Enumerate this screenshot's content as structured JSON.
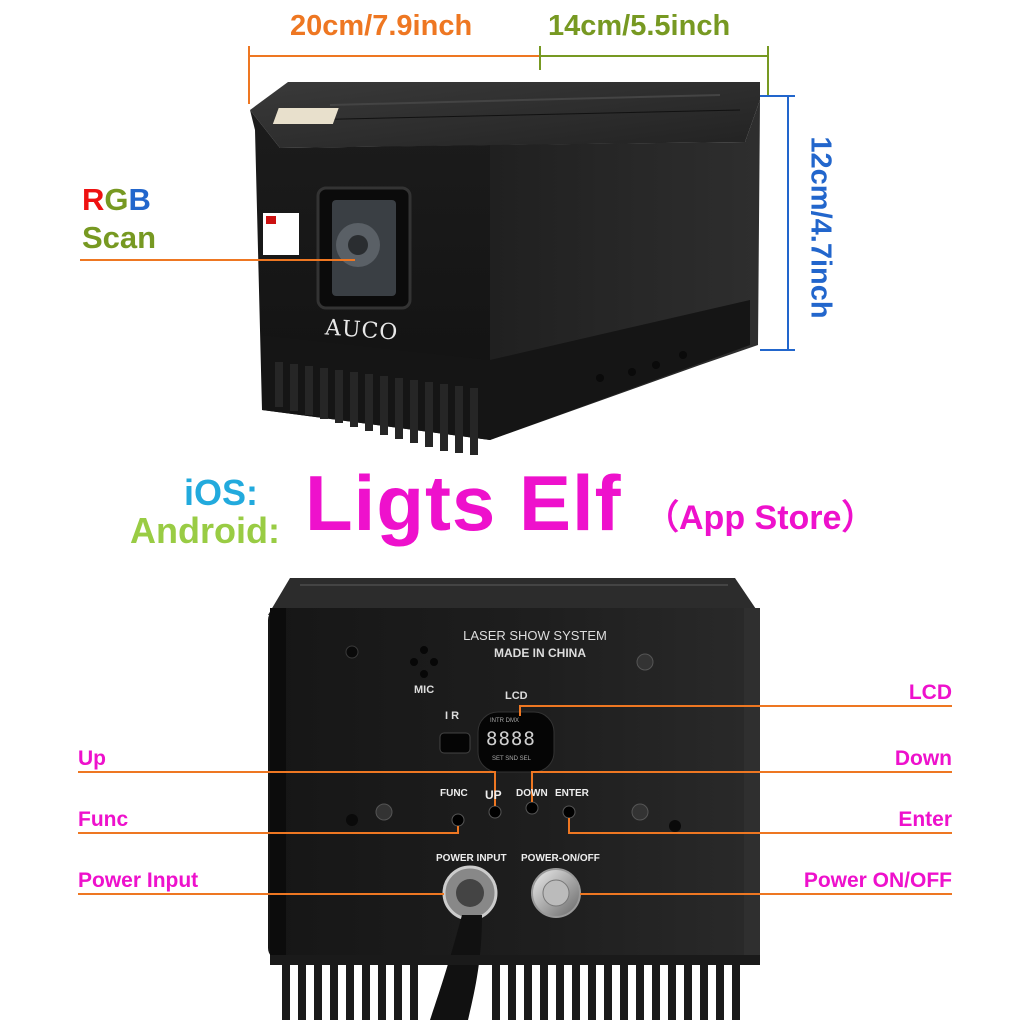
{
  "dimensions": {
    "length": "20cm/7.9inch",
    "width": "14cm/5.5inch",
    "height": "12cm/4.7inch"
  },
  "front_labels": {
    "rgb_r": "R",
    "rgb_g": "G",
    "rgb_b": "B",
    "scan": "Scan",
    "logo": "AUCO"
  },
  "app": {
    "ios_label": "iOS:",
    "android_label": "Android:",
    "name": "Ligts Elf",
    "store": "（App Store）"
  },
  "panel_print": {
    "line1": "LASER SHOW SYSTEM",
    "line2": "MADE IN CHINA",
    "mic": "MIC",
    "lcd": "LCD",
    "ir": "I R",
    "lcd_top": "INTR DMX",
    "lcd_digits": "8888",
    "lcd_bottom": "SET SND SEL",
    "func": "FUNC",
    "up": "UP",
    "down": "DOWN",
    "enter": "ENTER",
    "power_input": "POWER INPUT",
    "power_onoff": "POWER-ON/OFF"
  },
  "callouts": {
    "lcd": "LCD",
    "up": "Up",
    "down": "Down",
    "func": "Func",
    "enter": "Enter",
    "power_input": "Power Input",
    "power_onoff": "Power ON/OFF"
  },
  "colors": {
    "orange": "#ee7722",
    "green": "#779922",
    "blue": "#2266cc",
    "magenta": "#ee11cc",
    "red": "#ee1111",
    "ios_blue": "#22aadd",
    "android_green": "#99cc44"
  }
}
